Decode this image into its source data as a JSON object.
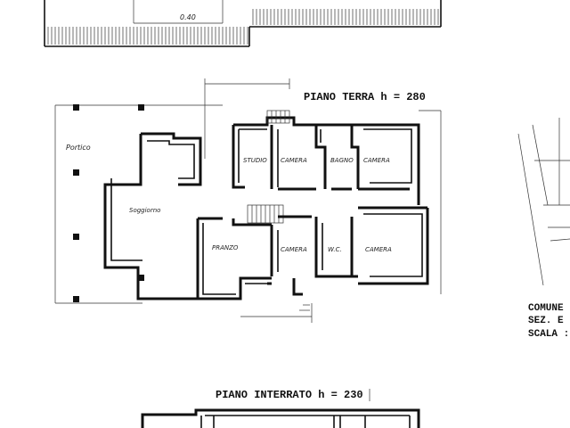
{
  "sheet": {
    "top_dimension": "0.40",
    "ground_floor": {
      "title": "PIANO TERRA  h = 280"
    },
    "basement": {
      "title": "PIANO INTERRATO h = 230"
    },
    "rooms": {
      "portico": "Portico",
      "soggiorno": "Soggiorno",
      "studio": "STUDIO",
      "camera_1": "CAMERA",
      "bagno": "BAGNO",
      "camera_2": "CAMERA",
      "pranzo": "PRANZO",
      "camera_3": "CAMERA",
      "wc": "W.C.",
      "camera_4": "CAMERA"
    },
    "side_note": {
      "line1": "COMUNE",
      "line2": "SEZ. E",
      "line3": "SCALA :"
    }
  }
}
